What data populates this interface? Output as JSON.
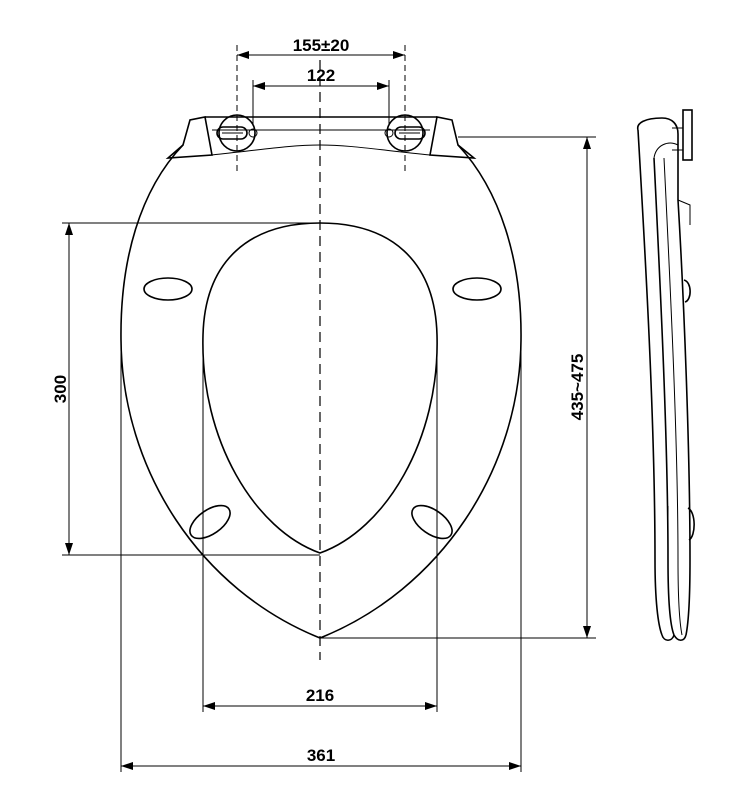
{
  "dimensions": {
    "hinge_spacing": "155±20",
    "hole_spacing": "122",
    "opening_length": "300",
    "seat_length": "435~475",
    "opening_width": "216",
    "seat_width": "361"
  }
}
